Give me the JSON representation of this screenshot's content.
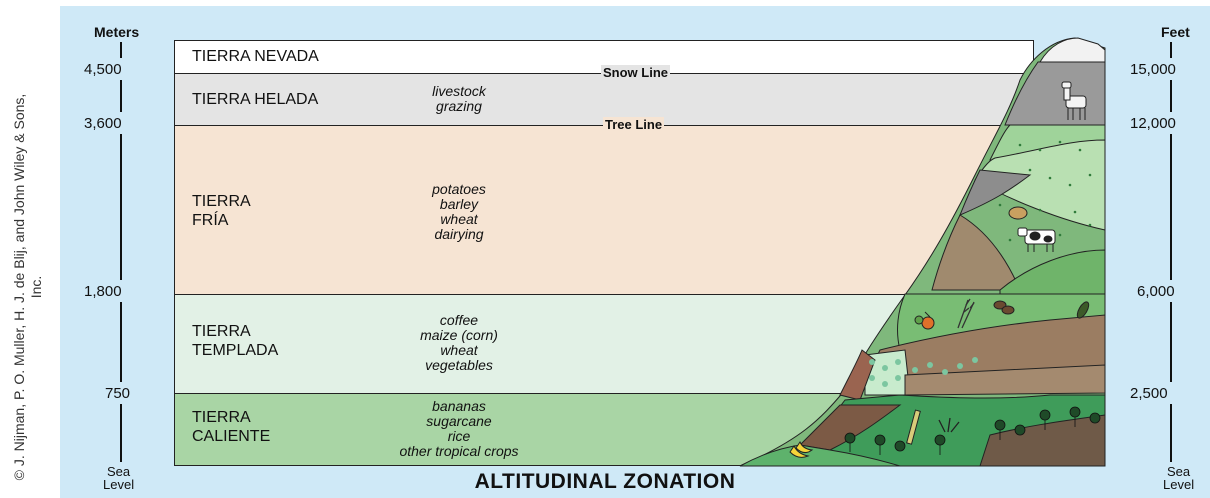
{
  "credit": "© J. Nijman, P. O. Muller, H. J. de Blij, and John Wiley & Sons, Inc.",
  "title": "ALTITUDINAL ZONATION",
  "left_axis": {
    "title": "Meters",
    "ticks": [
      "4,500",
      "3,600",
      "1,800",
      "750"
    ],
    "base": [
      "Sea",
      "Level"
    ]
  },
  "right_axis": {
    "title": "Feet",
    "ticks": [
      "15,000",
      "12,000",
      "6,000",
      "2,500"
    ],
    "base": [
      "Sea",
      "Level"
    ]
  },
  "lines": {
    "snow": "Snow Line",
    "tree": "Tree Line"
  },
  "zones": [
    {
      "name_lines": [
        "TIERRA NEVADA"
      ],
      "uses": [],
      "color": "#ffffff"
    },
    {
      "name_lines": [
        "TIERRA HELADA"
      ],
      "uses": [
        "livestock",
        "grazing"
      ],
      "color": "#e4e4e4"
    },
    {
      "name_lines": [
        "TIERRA",
        "FRÍA"
      ],
      "uses": [
        "potatoes",
        "barley",
        "wheat",
        "dairying"
      ],
      "color": "#f6e4d3"
    },
    {
      "name_lines": [
        "TIERRA",
        "TEMPLADA"
      ],
      "uses": [
        "coffee",
        "maize (corn)",
        "wheat",
        "vegetables"
      ],
      "color": "#e2f1e6"
    },
    {
      "name_lines": [
        "TIERRA",
        "CALIENTE"
      ],
      "uses": [
        "bananas",
        "sugarcane",
        "rice",
        "other tropical crops"
      ],
      "color": "#a9d5a5"
    }
  ],
  "icons": [
    "llama-icon",
    "potato-icon",
    "cow-icon",
    "vegetables-icon",
    "wheat-icon",
    "coffee-icon",
    "banana-icon",
    "sugarcane-icon",
    "rice-icon",
    "palm-tree-icon"
  ]
}
